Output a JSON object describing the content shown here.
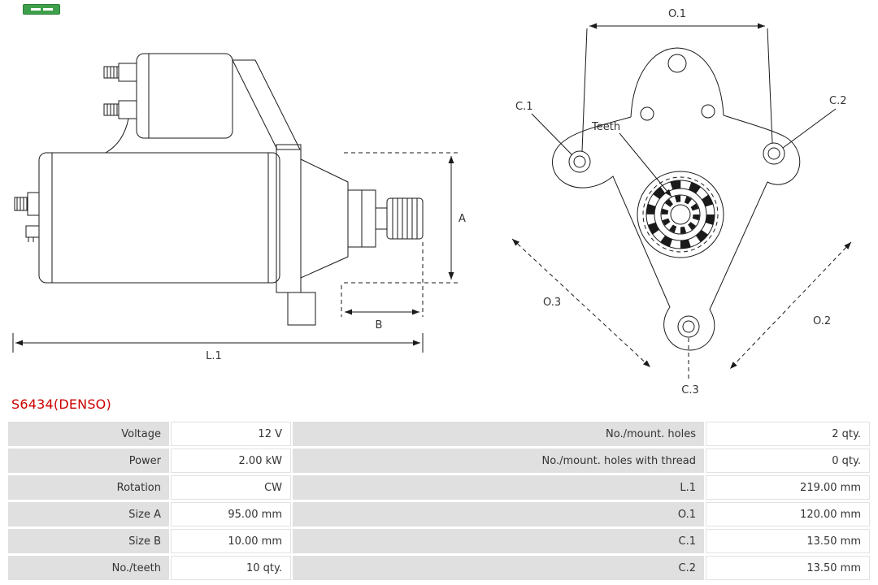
{
  "header": {
    "part_number": "S6434(DENSO)"
  },
  "diagram": {
    "side_view": {
      "dim_a": "A",
      "dim_b": "B",
      "dim_l1": "L.1"
    },
    "front_view": {
      "dim_o1": "O.1",
      "dim_o2": "O.2",
      "dim_o3": "O.3",
      "dim_c1": "C.1",
      "dim_c2": "C.2",
      "dim_c3": "C.3",
      "teeth_label": "Teeth"
    }
  },
  "colors": {
    "accent_title": "#cc0000",
    "drawing_line": "#1a1a1a",
    "table_label_bg": "#e0e0e0",
    "logo_green": "#3fa04b"
  },
  "spec_table": {
    "rows": [
      {
        "l1": "Voltage",
        "v1": "12 V",
        "l2": "No./mount. holes",
        "v2": "2 qty."
      },
      {
        "l1": "Power",
        "v1": "2.00 kW",
        "l2": "No./mount. holes with thread",
        "v2": "0 qty."
      },
      {
        "l1": "Rotation",
        "v1": "CW",
        "l2": "L.1",
        "v2": "219.00 mm"
      },
      {
        "l1": "Size A",
        "v1": "95.00 mm",
        "l2": "O.1",
        "v2": "120.00 mm"
      },
      {
        "l1": "Size B",
        "v1": "10.00 mm",
        "l2": "C.1",
        "v2": "13.50 mm"
      },
      {
        "l1": "No./teeth",
        "v1": "10 qty.",
        "l2": "C.2",
        "v2": "13.50 mm"
      }
    ]
  }
}
